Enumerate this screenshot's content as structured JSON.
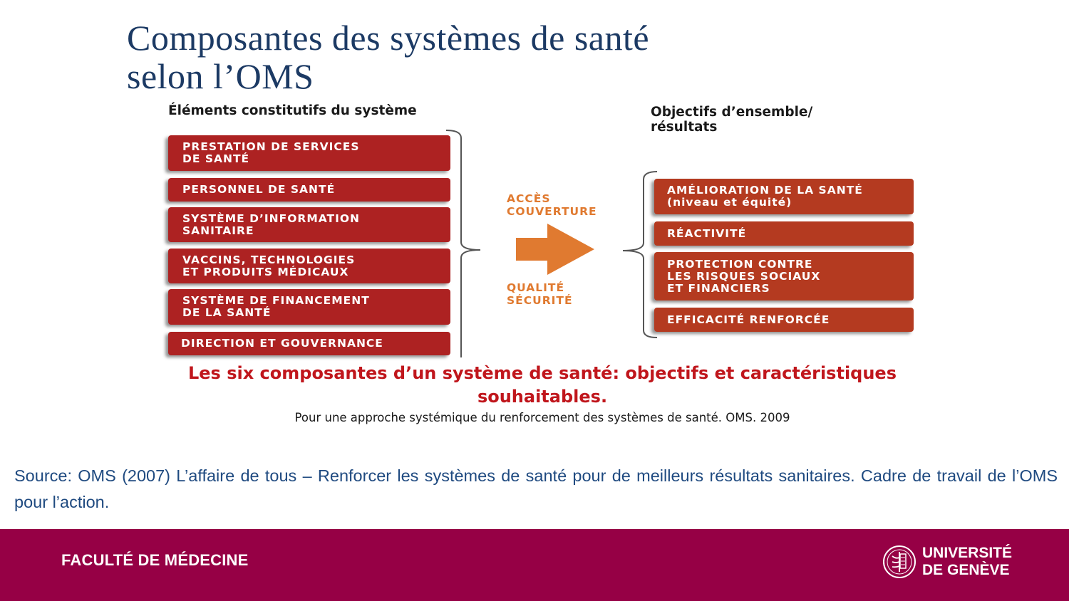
{
  "slide": {
    "title": "Composantes des systèmes de santé\nselon l’OMS"
  },
  "diagram": {
    "left_heading": "Éléments constitutifs du système",
    "right_heading": "Objectifs d’ensemble/\nrésultats",
    "building_blocks": [
      {
        "label": "PRESTATION DE SERVICES\nDE SANTÉ"
      },
      {
        "label": "PERSONNEL DE SANTÉ"
      },
      {
        "label": "SYSTÈME D’INFORMATION\nSANITAIRE"
      },
      {
        "label": "VACCINS, TECHNOLOGIES\nET PRODUITS MÉDICAUX"
      },
      {
        "label": "SYSTÈME DE FINANCEMENT\nDE LA SANTÉ"
      },
      {
        "label": "DIRECTION ET GOUVERNANCE"
      }
    ],
    "characteristics_top": "ACCÈS\nCOUVERTURE",
    "characteristics_bottom": "QUALITÉ\nSÉCURITÉ",
    "outcomes": [
      {
        "label": "AMÉLIORATION DE LA SANTÉ\n(niveau et équité)"
      },
      {
        "label": "RÉACTIVITÉ"
      },
      {
        "label": "PROTECTION CONTRE\nLES RISQUES SOCIAUX\nET FINANCIERS"
      },
      {
        "label": "EFFICACITÉ RENFORCÉE"
      }
    ],
    "caption": "Les six composantes d’un système de santé: objectifs et caractéristiques souhaitables.",
    "reference": "Pour une approche systémique du renforcement des systèmes de santé. OMS. 2009",
    "colors": {
      "block_red": "#ad2222",
      "outcome_red": "#b43a20",
      "arrow_orange": "#e07a30",
      "caption_red": "#c0161c"
    }
  },
  "source": {
    "text": "Source: OMS (2007) L’affaire de tous – Renforcer les systèmes de santé pour de meilleurs résultats sanitaires. Cadre de travail de l’OMS pour l’action."
  },
  "footer": {
    "faculty": "FACULTÉ DE MÉDECINE",
    "university": "UNIVERSITÉ\nDE GENÈVE",
    "background_color": "#960045"
  }
}
